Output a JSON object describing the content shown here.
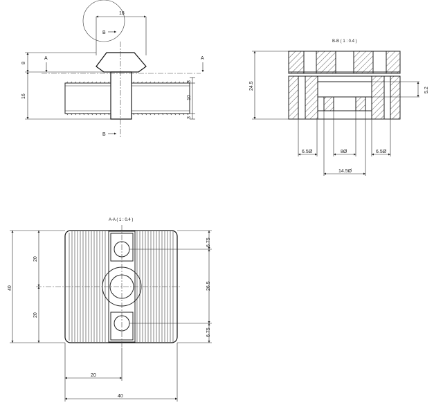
{
  "front_view": {
    "dims": {
      "top_width": "18",
      "fin_height": "8",
      "body_height": "16",
      "bore": "10",
      "wall_top": "3",
      "wall_bottom": "3"
    },
    "section_marks": {
      "a_left": "A",
      "a_right": "A",
      "b_top": "B",
      "b_bottom": "B"
    }
  },
  "section_bb": {
    "title": "B-B ( 1 : 0.4 )",
    "dims": {
      "height": "24.5",
      "groove": "5.2",
      "left_hole": "6.5Ø",
      "center_hole": "8Ø",
      "right_hole": "6.5Ø",
      "center_span": "14.5Ø"
    }
  },
  "section_aa": {
    "title": "A-A ( 1 : 0.4 )",
    "dims": {
      "overall_height": "40",
      "upper_half": "20",
      "lower_half": "20",
      "top_offset": "6.75",
      "hole_spacing": "26.5",
      "bottom_offset": "6.75",
      "half_width": "20",
      "overall_width": "40"
    }
  }
}
